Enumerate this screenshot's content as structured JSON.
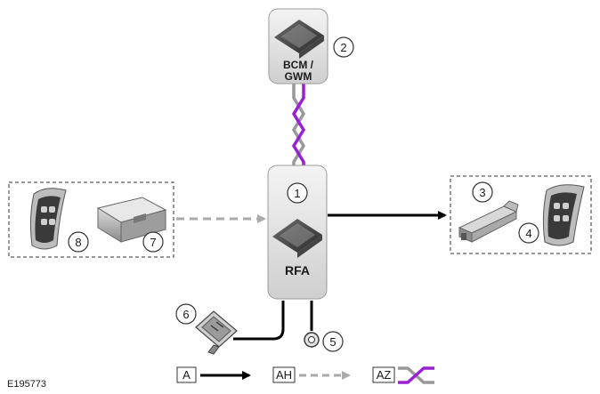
{
  "figure_ref": "E195773",
  "modules": {
    "bcm": {
      "line1": "BCM /",
      "line2": "GWM"
    },
    "rfa": {
      "label": "RFA"
    }
  },
  "callouts": {
    "c1": "1",
    "c2": "2",
    "c3": "3",
    "c4": "4",
    "c5": "5",
    "c6": "6",
    "c7": "7",
    "c8": "8"
  },
  "legend": {
    "a": "A",
    "ah": "AH",
    "az": "AZ"
  },
  "colors": {
    "direct_hardwired": "#000000",
    "rf_transmission": "#aaaaaa",
    "can_bus_highlight": "#9b1fd3",
    "can_bus_base": "#999999"
  }
}
